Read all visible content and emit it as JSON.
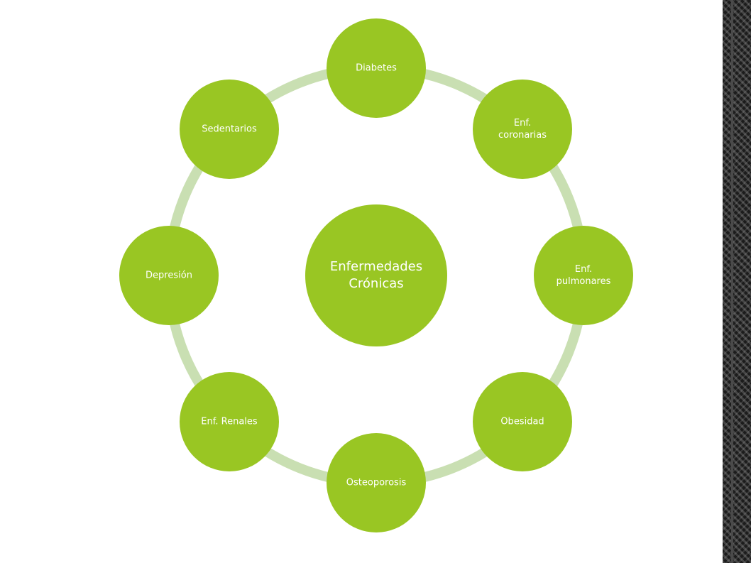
{
  "diagram": {
    "center": {
      "label_line1": "Enfermedades",
      "label_line2": "Crónicas"
    },
    "nodes": [
      {
        "id": "diabetes",
        "line1": "Diabetes",
        "line2": ""
      },
      {
        "id": "enf-coronarias",
        "line1": "Enf.",
        "line2": "coronarias"
      },
      {
        "id": "enf-pulmonares",
        "line1": "Enf.",
        "line2": "pulmonares"
      },
      {
        "id": "obesidad",
        "line1": "Obesidad",
        "line2": ""
      },
      {
        "id": "osteoporosis",
        "line1": "Osteoporosis",
        "line2": ""
      },
      {
        "id": "enf-renales",
        "line1": "Enf. Renales",
        "line2": ""
      },
      {
        "id": "depresion",
        "line1": "Depresión",
        "line2": ""
      },
      {
        "id": "sedentarios",
        "line1": "Sedentarios",
        "line2": ""
      }
    ],
    "colors": {
      "node": "#99c623",
      "ring": "#c9dfb2",
      "text": "#ffffff",
      "border": "#1c1c1c"
    }
  }
}
